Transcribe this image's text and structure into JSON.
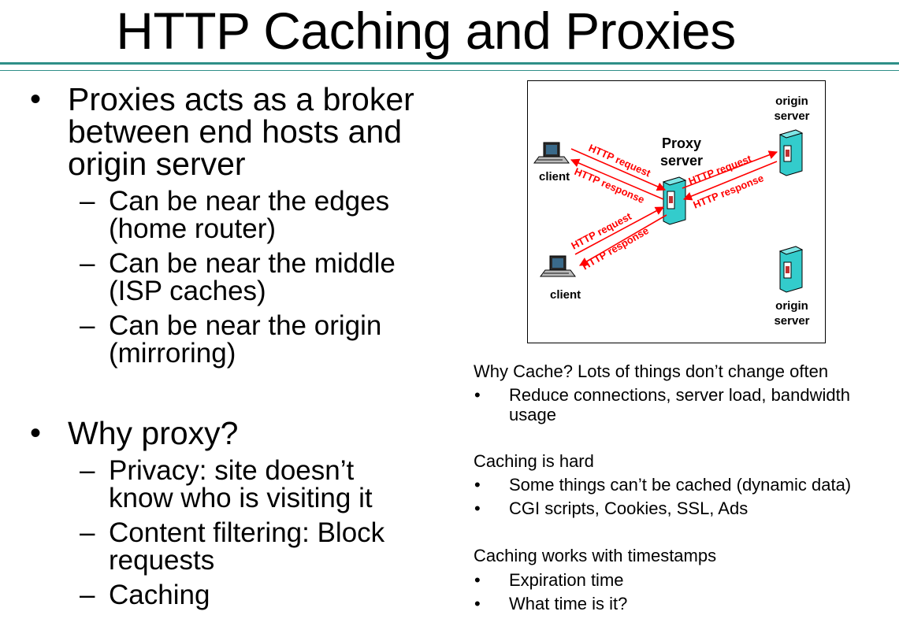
{
  "title": "HTTP Caching and Proxies",
  "left": {
    "proxy_bullet": [
      "Proxies acts as a broker",
      "between end hosts and",
      "origin server"
    ],
    "proxy_sub": [
      [
        "Can be near the edges",
        "(home router)"
      ],
      [
        "Can be near the middle",
        "(ISP caches)"
      ],
      [
        "Can be near the origin",
        "(mirroring)"
      ]
    ],
    "why_proxy": "Why proxy?",
    "why_sub": [
      [
        "Privacy: site doesn’t",
        "know who is visiting it"
      ],
      [
        "Content filtering: Block",
        "requests"
      ],
      [
        "Caching"
      ]
    ]
  },
  "diagram": {
    "origin_server_top": [
      "origin",
      "server"
    ],
    "origin_server_bottom": [
      "origin",
      "server"
    ],
    "proxy_server": [
      "Proxy",
      "server"
    ],
    "client_top": "client",
    "client_bottom": "client",
    "http_request": "HTTP request",
    "http_response": "HTTP response",
    "arrow_color": "#ff0000",
    "server_color": "#33cccc"
  },
  "right": {
    "why_cache": "Why Cache? Lots of things don’t change often",
    "why_cache_items": [
      [
        "Reduce connections, server load, bandwidth",
        "usage"
      ]
    ],
    "hard": "Caching is hard",
    "hard_items": [
      "Some things can’t be cached (dynamic data)",
      "CGI scripts, Cookies, SSL, Ads"
    ],
    "timestamps": "Caching works with timestamps",
    "timestamps_items": [
      "Expiration time",
      "What time is it?"
    ]
  }
}
